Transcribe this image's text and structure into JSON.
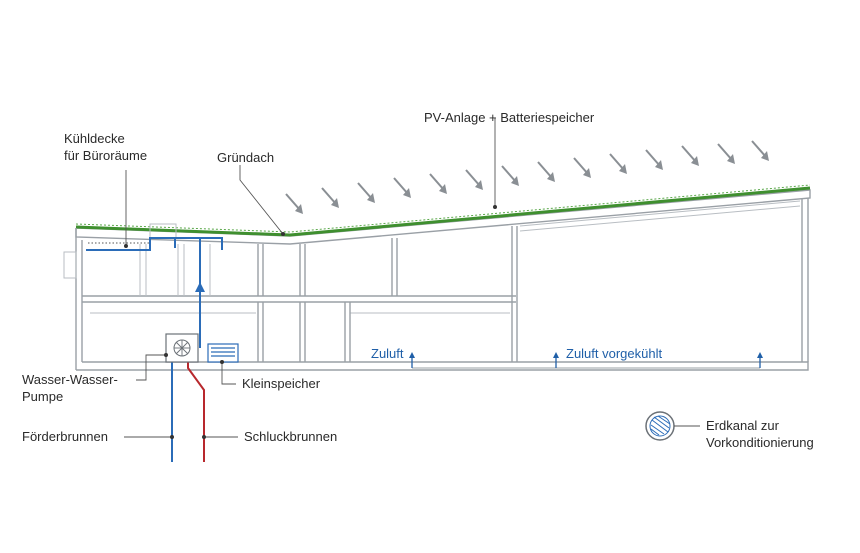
{
  "colors": {
    "wall": "#9aa0a6",
    "green_roof": "#3f8f2f",
    "pipe_blue": "#2b6cb8",
    "pipe_red": "#b8282d",
    "label": "#2a2a2a",
    "air_label": "#1f5fa8"
  },
  "labels": {
    "pv": "PV-Anlage + Batteriespeicher",
    "kuehldecke_1": "Kühldecke",
    "kuehldecke_2": "für Büroräume",
    "gruendach": "Gründach",
    "zuluft": "Zuluft",
    "zuluft_vorgekuehlt": "Zuluft vorgekühlt",
    "pumpe_1": "Wasser-Wasser-",
    "pumpe_2": "Pumpe",
    "kleinspeicher": "Kleinspeicher",
    "foerderbrunnen": "Förderbrunnen",
    "schluckbrunnen": "Schluckbrunnen",
    "erdkanal_1": "Erdkanal zur",
    "erdkanal_2": "Vorkonditionierung"
  },
  "icons": [
    "sun-ray-arrow-icon",
    "heat-pump-fan-icon",
    "storage-tank-icon",
    "earth-duct-icon",
    "air-arrow-icon"
  ]
}
